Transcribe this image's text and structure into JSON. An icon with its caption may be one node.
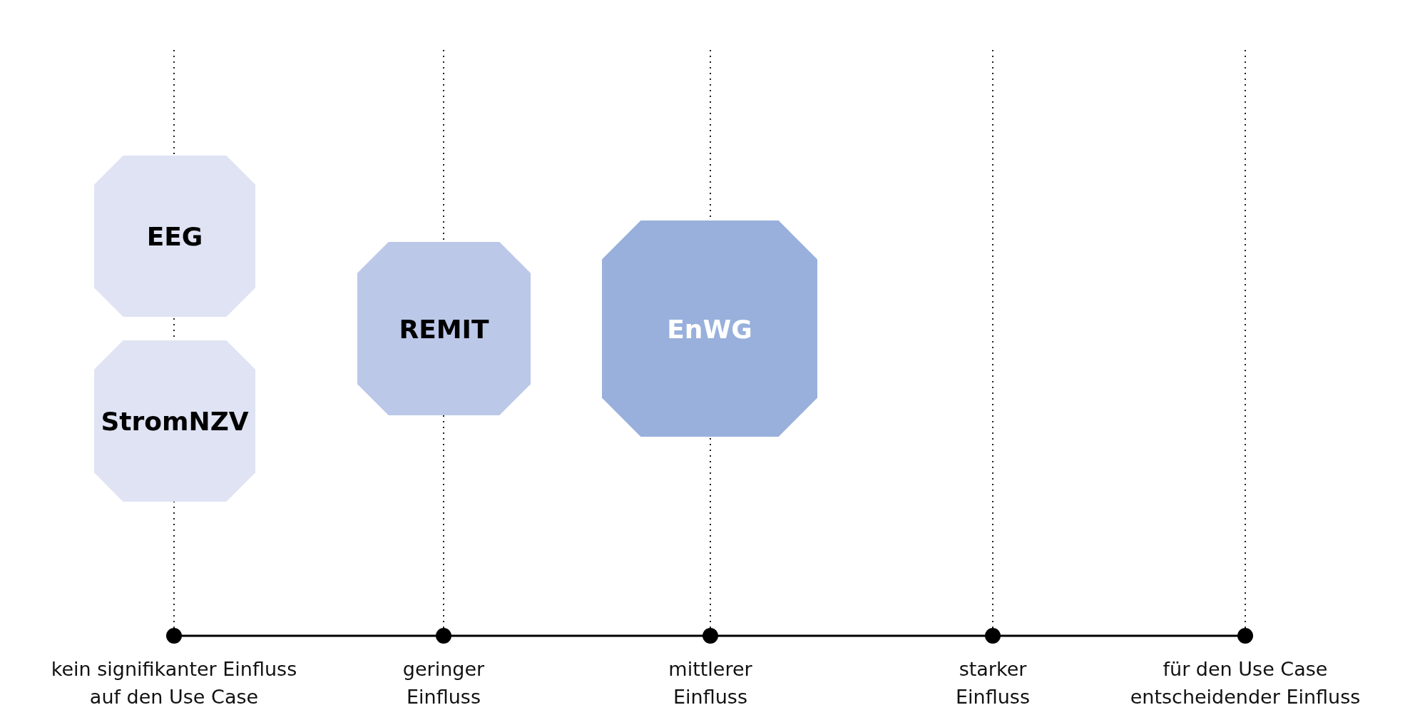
{
  "diagram": {
    "nodes": [
      {
        "text": [
          "EEG"
        ]
      },
      {
        "text": [
          "StromNZV"
        ]
      },
      {
        "text": [
          "REMIT"
        ]
      },
      {
        "text": [
          "EnWG"
        ]
      }
    ],
    "labels": [
      "kein signifikanter Einfluss auf den Use Case",
      "geringer Einfluss",
      "mittlerer Einfluss",
      "starker Einfluss",
      "für den Use Case entscheidender Einfluss"
    ]
  }
}
